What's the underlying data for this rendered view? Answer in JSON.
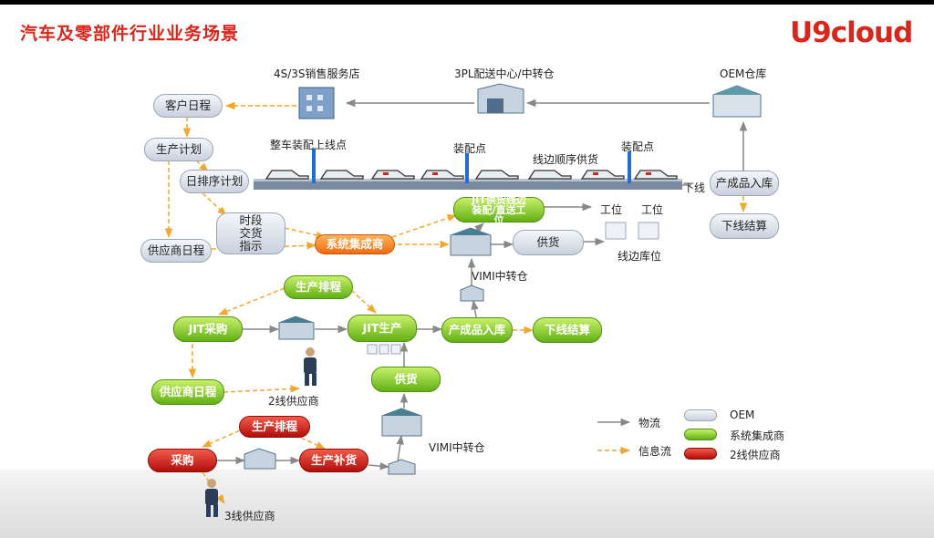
{
  "header": {
    "title": "汽车及零部件行业业务场景",
    "logo": "U9cloud"
  },
  "sites": {
    "dealer": "4S/3S销售服务店",
    "tpl": "3PL配送中心/中转仓",
    "oem_wh": "OEM仓库"
  },
  "assembly": {
    "online_point": "整车装配上线点",
    "assy_point_1": "装配点",
    "assy_point_2": "装配点",
    "sequence_supply": "线边顺序供货",
    "offline": "下线"
  },
  "oem_nodes": {
    "customer_schedule": "客户日程",
    "production_plan": "生产计划",
    "daily_sequence": "日排序计划",
    "time_slot": "时段\n交货\n指示",
    "supplier_schedule": "供应商日程",
    "product_in": "产成品入库",
    "offline_settle": "下线结算"
  },
  "integrator_nodes": {
    "system_integrator": "系统集成商",
    "jit_line": "JIT供货线边\n装配/直送工\n位",
    "supply_top": "供货",
    "vmi_transfer_1": "VIMI中转仓",
    "production_schedule": "生产排程",
    "jit_purchase": "JIT采购",
    "jit_production": "JIT生产",
    "product_in": "产成品入库",
    "offline_settle": "下线结算",
    "supplier_schedule": "供应商日程",
    "supply_mid": "供货"
  },
  "line_side": {
    "station_1": "工位",
    "station_2": "工位",
    "storage": "线边库位"
  },
  "tier2": {
    "label": "2线供应商",
    "vmi_transfer_2": "VIMI中转仓",
    "production_schedule": "生产排程",
    "purchase": "采购",
    "production_replenish": "生产补货"
  },
  "tier3": {
    "label": "3线供应商"
  },
  "legend": {
    "logistics": "物流",
    "info_flow": "信息流",
    "oem": "OEM",
    "system_integrator": "系统集成商",
    "tier2_supplier": "2线供应商"
  },
  "colors": {
    "accent": "#d9261c",
    "info_arrow": "#f0a830",
    "logistics_arrow": "#888888",
    "green": "#62b014",
    "red": "#b10f0a",
    "orange": "#f06a10",
    "blue": "#1f6fd1"
  }
}
